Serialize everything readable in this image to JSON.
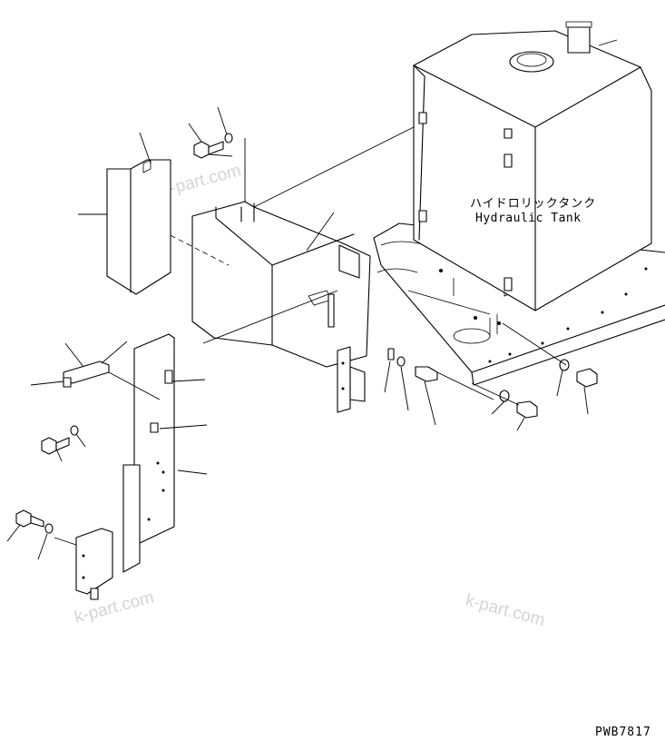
{
  "watermark": "k-part.com",
  "labels": {
    "tank_jp": "ハイドロリックタンク",
    "tank_en": "Hydraulic Tank"
  },
  "drawing_number": "PWB7817",
  "colors": {
    "line": "#000000",
    "background": "#ffffff",
    "watermark": "#d4d4d4"
  }
}
